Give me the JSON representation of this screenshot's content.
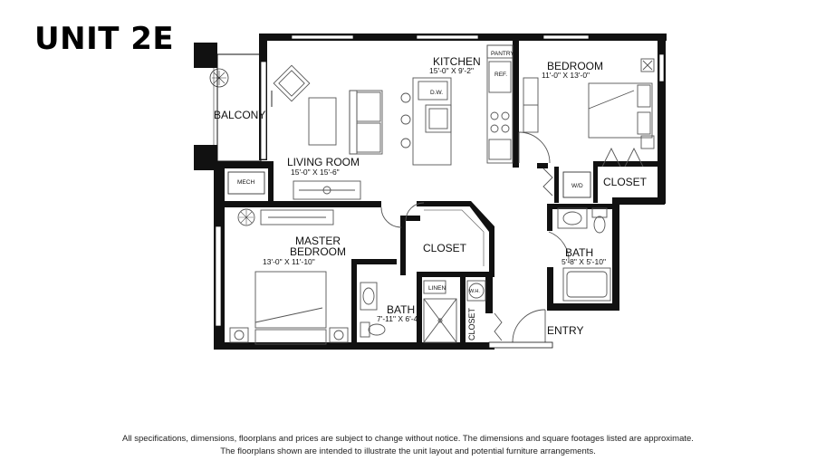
{
  "unit_title": "UNIT 2E",
  "rooms": {
    "balcony": {
      "name": "BALCONY"
    },
    "living_room": {
      "name": "LIVING ROOM",
      "dim": "15'-0\" X 15'-6\""
    },
    "kitchen": {
      "name": "KITCHEN",
      "dim": "15'-0\" X 9'-2\""
    },
    "bedroom": {
      "name": "BEDROOM",
      "dim": "11'-0\" X 13'-0\""
    },
    "closet_bedroom": {
      "name": "CLOSET"
    },
    "master_bedroom": {
      "name_line1": "MASTER",
      "name_line2": "BEDROOM",
      "dim": "13'-0\" X 11'-10\""
    },
    "closet_master": {
      "name": "CLOSET"
    },
    "bath_master": {
      "name": "BATH",
      "dim": "7'-11\" X 6'-4\""
    },
    "bath_second": {
      "name": "BATH",
      "dim": "5'-8\" X 5'-10\""
    },
    "closet_hall": {
      "name": "CLOSET"
    },
    "entry": {
      "name": "ENTRY"
    }
  },
  "fixtures": {
    "pantry": "PANTRY",
    "ref": "REF.",
    "dw": "D.W.",
    "mech": "MECH",
    "wd": "W/D",
    "linen": "LINEN",
    "wh": "W.H."
  },
  "disclaimer": {
    "line1": "All specifications, dimensions, floorplans and prices are subject to change without notice. The dimensions and square footages listed are approximate.",
    "line2": "The floorplans shown are intended to illustrate the unit layout and potential furniture arrangements."
  }
}
